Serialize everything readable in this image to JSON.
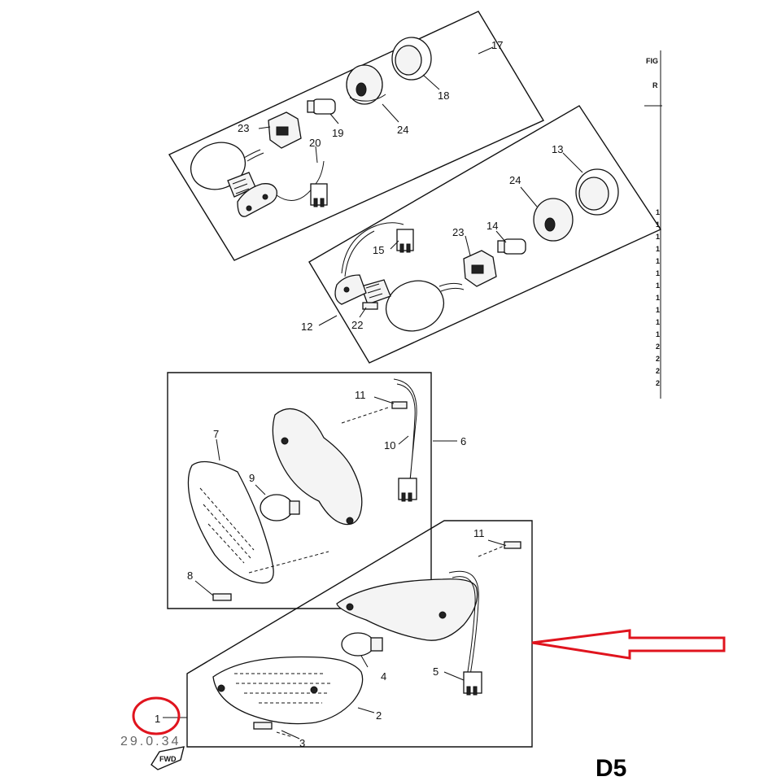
{
  "page_code": "D5",
  "side_panel": {
    "fig_label": "FIG",
    "ref_label": "R"
  },
  "fwd_label": "FWD",
  "part_number_prefix": "29.0.34",
  "callouts": [
    "1",
    "2",
    "3",
    "4",
    "5",
    "6",
    "7",
    "8",
    "9",
    "10",
    "11",
    "11",
    "12",
    "13",
    "14",
    "15",
    "17",
    "18",
    "19",
    "20",
    "22",
    "23",
    "23",
    "24",
    "24"
  ],
  "side_list_digits": [
    "1",
    "1",
    "1",
    "1",
    "1",
    "1",
    "1",
    "1",
    "1",
    "1",
    "1",
    "2",
    "2",
    "2",
    "2"
  ],
  "annotation_colors": {
    "highlight": "#e0141e",
    "line": "#111111"
  }
}
